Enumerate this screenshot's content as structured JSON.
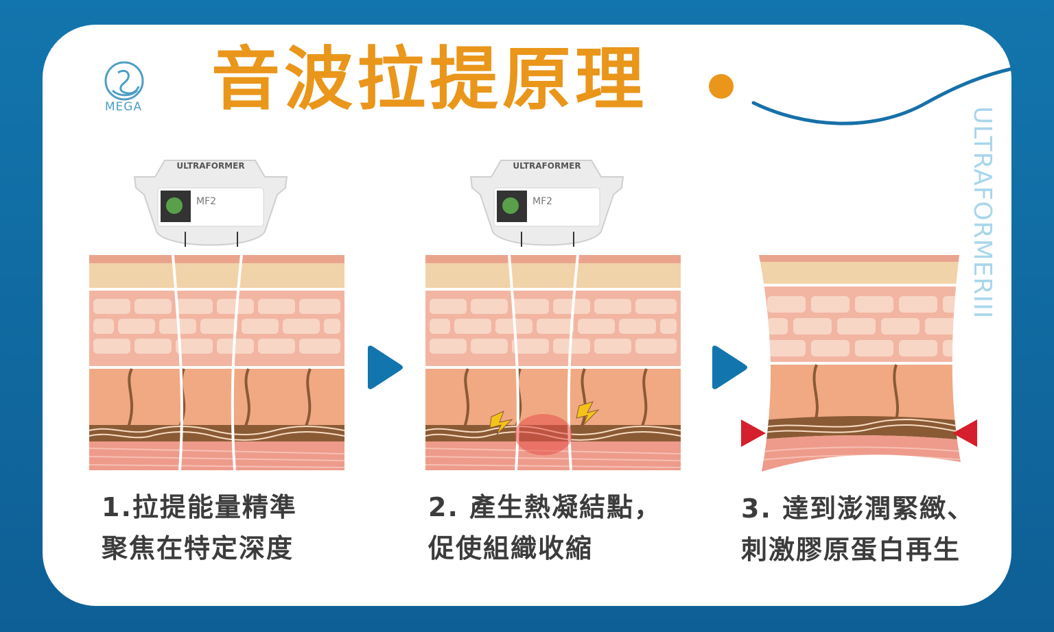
{
  "title": "音波拉提原理",
  "logo": {
    "text": "MEGA",
    "icon": "swan-icon"
  },
  "brand_vertical": "ULTRAFORMERIII",
  "device": {
    "brand": "ULTRAFORMER",
    "model": "MF2"
  },
  "steps": [
    {
      "line1": "1.拉提能量精準",
      "line2": "聚焦在特定深度"
    },
    {
      "line1": "2. 產生熱凝結點，",
      "line2": "促使組織收縮"
    },
    {
      "line1": "3. 達到澎潤緊緻、",
      "line2": "刺激膠原蛋白再生"
    }
  ],
  "colors": {
    "background": "#0e6aa3",
    "accent": "#e9961b",
    "arrow": "#1375ad",
    "epidermis": "#f1d3a9",
    "dermis": "#f2b5a2",
    "fat": "#f0a983",
    "muscle": "#ee9b8b",
    "focal_point": "#e8514a",
    "compress_marker": "#d61f2c"
  }
}
